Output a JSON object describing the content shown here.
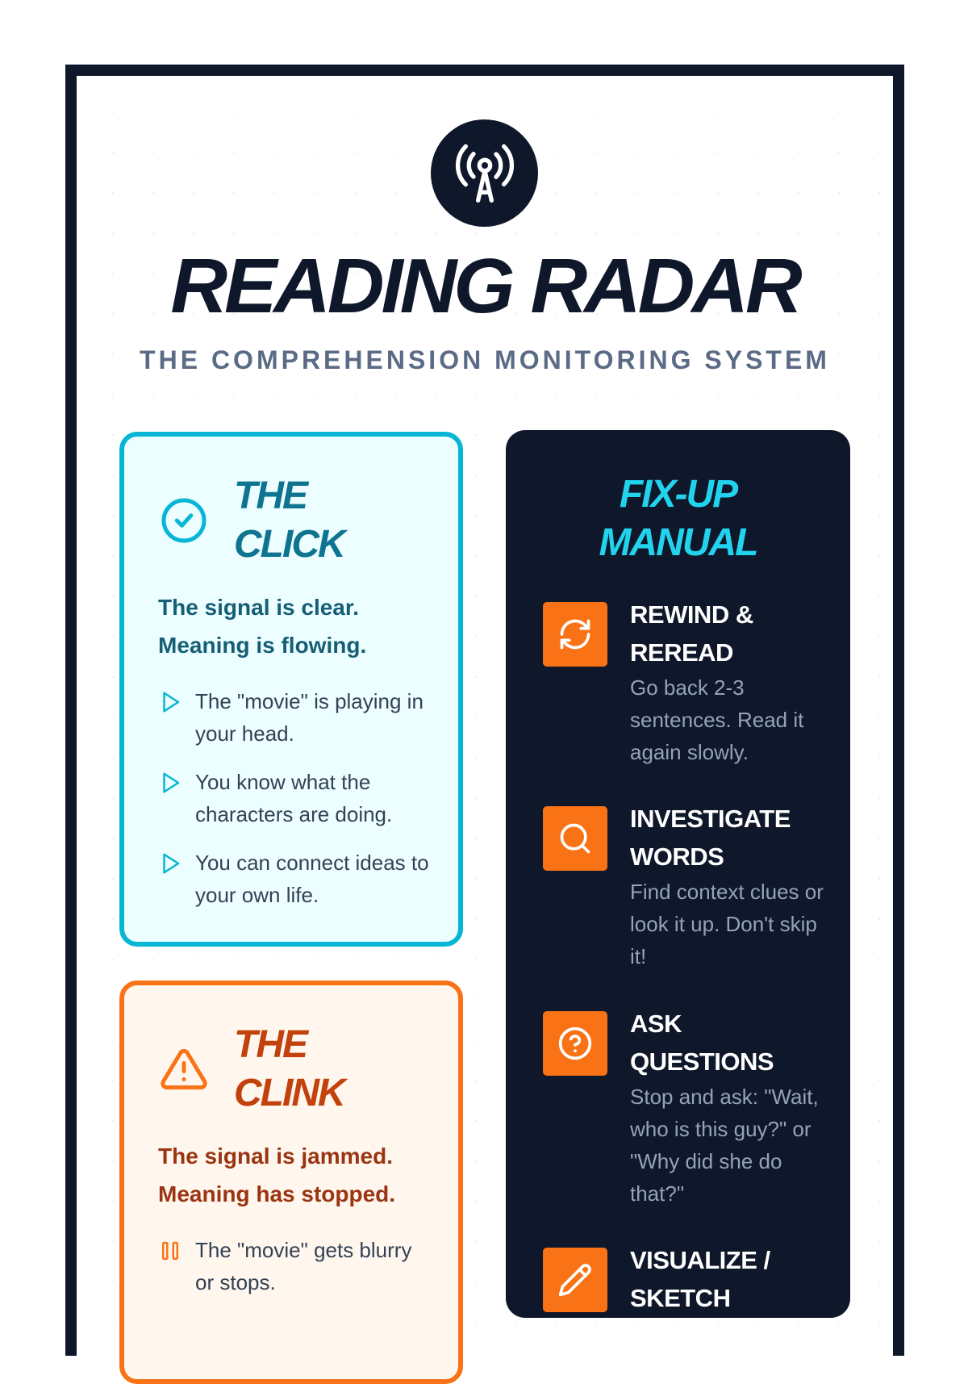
{
  "header": {
    "title": "READING RADAR",
    "subtitle": "THE COMPREHENSION MONITORING SYSTEM",
    "logo_icon": "radio-tower-icon"
  },
  "click": {
    "title_line1": "THE",
    "title_line2": "CLICK",
    "lead_line1": "The signal is clear.",
    "lead_line2": "Meaning is flowing.",
    "bullets": [
      "The \"movie\" is playing in your head.",
      "You know what the characters are doing.",
      "You can connect ideas to your own life."
    ],
    "color": "#06b6d4"
  },
  "clink": {
    "title_line1": "THE",
    "title_line2": "CLINK",
    "lead_line1": "The signal is jammed.",
    "lead_line2": "Meaning has stopped.",
    "bullets": [
      "The \"movie\" gets blurry or stops."
    ],
    "color": "#f97316"
  },
  "manual": {
    "title_line1": "FIX-UP",
    "title_line2": "MANUAL",
    "steps": [
      {
        "title": "REWIND & REREAD",
        "desc": "Go back 2-3 sentences. Read it again slowly.",
        "icon": "refresh-icon"
      },
      {
        "title": "INVESTIGATE WORDS",
        "desc": "Find context clues or look it up. Don't skip it!",
        "icon": "search-icon"
      },
      {
        "title": "ASK QUESTIONS",
        "desc": "Stop and ask: \"Wait, who is this guy?\" or \"Why did she do that?\"",
        "icon": "question-icon"
      },
      {
        "title": "VISUALIZE / SKETCH",
        "desc": "",
        "icon": "pencil-icon"
      }
    ]
  }
}
